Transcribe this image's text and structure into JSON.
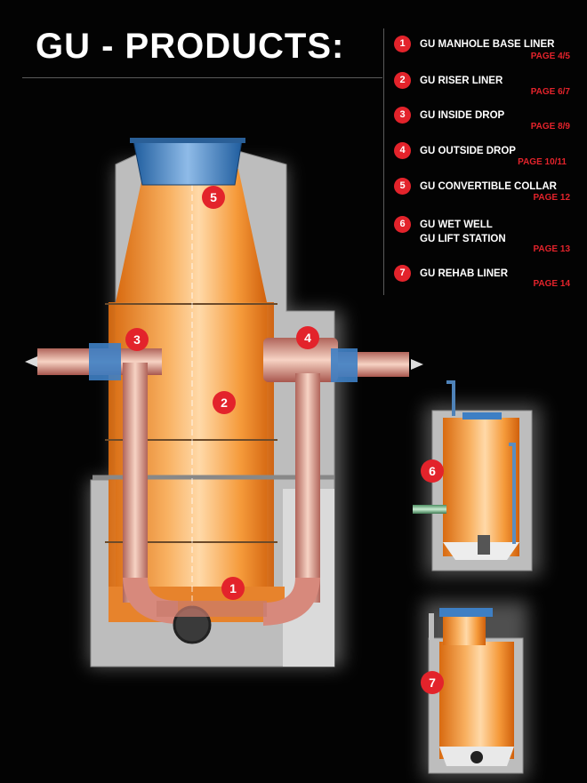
{
  "title": "GU - PRODUCTS:",
  "legend": [
    {
      "num": "1",
      "label": "GU MANHOLE BASE LINER",
      "page": "PAGE 4/5"
    },
    {
      "num": "2",
      "label": "GU RISER LINER",
      "page": "PAGE 6/7"
    },
    {
      "num": "3",
      "label": "GU INSIDE DROP",
      "page": "PAGE 8/9"
    },
    {
      "num": "4",
      "label": "GU OUTSIDE DROP",
      "page": "PAGE 10/11"
    },
    {
      "num": "5",
      "label": "GU CONVERTIBLE COLLAR",
      "page": "PAGE 12"
    },
    {
      "num": "6",
      "label": "GU WET WELL\nGU LIFT STATION",
      "page": "PAGE 13"
    },
    {
      "num": "7",
      "label": "GU REHAB LINER",
      "page": "PAGE 14"
    }
  ],
  "callouts": [
    "1",
    "2",
    "3",
    "4",
    "5",
    "6",
    "7"
  ],
  "colors": {
    "accent_red": "#e3232b",
    "liner_orange": "#f39a3c",
    "concrete_gray": "#b9b9b9",
    "collar_blue": "#3e7fc4",
    "background": "#030303"
  }
}
